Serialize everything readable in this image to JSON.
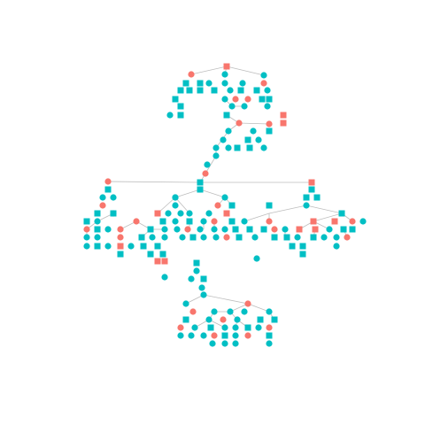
{
  "diagram": {
    "type": "network",
    "colors": {
      "teal": "#00BFC4",
      "coral": "#F8766D",
      "edge": "#bdbdbd"
    },
    "shapes": {
      "square": "square",
      "circle": "circle"
    },
    "nodes": [
      {
        "id": "n1",
        "shape": "square",
        "color": "coral"
      },
      {
        "id": "n2",
        "shape": "circle",
        "color": "coral"
      },
      {
        "id": "n3",
        "shape": "circle",
        "color": "teal"
      },
      {
        "id": "n4",
        "shape": "circle",
        "color": "teal"
      },
      {
        "id": "n5",
        "shape": "circle",
        "color": "coral"
      },
      {
        "id": "n6",
        "shape": "square",
        "color": "teal"
      },
      {
        "id": "n7",
        "shape": "square",
        "color": "teal"
      },
      {
        "id": "n8",
        "shape": "circle",
        "color": "teal"
      },
      {
        "id": "n9",
        "shape": "circle",
        "color": "teal"
      },
      {
        "id": "n10",
        "shape": "circle",
        "color": "teal"
      },
      {
        "id": "n11",
        "shape": "square",
        "color": "teal"
      },
      {
        "id": "n12",
        "shape": "square",
        "color": "teal"
      },
      {
        "id": "n13",
        "shape": "square",
        "color": "teal"
      },
      {
        "id": "n14",
        "shape": "square",
        "color": "teal"
      },
      {
        "id": "n15",
        "shape": "circle",
        "color": "teal"
      },
      {
        "id": "n16",
        "shape": "square",
        "color": "teal"
      },
      {
        "id": "n17",
        "shape": "square",
        "color": "teal"
      },
      {
        "id": "n18",
        "shape": "circle",
        "color": "teal"
      },
      {
        "id": "n19",
        "shape": "square",
        "color": "teal"
      },
      {
        "id": "n20",
        "shape": "circle",
        "color": "teal"
      },
      {
        "id": "n21",
        "shape": "circle",
        "color": "coral"
      },
      {
        "id": "n22",
        "shape": "circle",
        "color": "coral"
      },
      {
        "id": "n23",
        "shape": "square",
        "color": "teal"
      },
      {
        "id": "n24",
        "shape": "square",
        "color": "teal"
      },
      {
        "id": "n25",
        "shape": "square",
        "color": "teal"
      },
      {
        "id": "n26",
        "shape": "circle",
        "color": "teal"
      },
      {
        "id": "n27",
        "shape": "circle",
        "color": "teal"
      },
      {
        "id": "n28",
        "shape": "circle",
        "color": "teal"
      },
      {
        "id": "n29",
        "shape": "circle",
        "color": "teal"
      },
      {
        "id": "n30",
        "shape": "square",
        "color": "teal"
      },
      {
        "id": "n31",
        "shape": "square",
        "color": "teal"
      },
      {
        "id": "n32",
        "shape": "square",
        "color": "coral"
      },
      {
        "id": "n33",
        "shape": "circle",
        "color": "coral"
      },
      {
        "id": "n34",
        "shape": "square",
        "color": "coral"
      },
      {
        "id": "n35",
        "shape": "circle",
        "color": "coral"
      },
      {
        "id": "n36",
        "shape": "circle",
        "color": "teal"
      },
      {
        "id": "n37",
        "shape": "circle",
        "color": "teal"
      },
      {
        "id": "n38",
        "shape": "square",
        "color": "teal"
      },
      {
        "id": "n39",
        "shape": "circle",
        "color": "teal"
      },
      {
        "id": "n40",
        "shape": "square",
        "color": "teal"
      },
      {
        "id": "n41",
        "shape": "circle",
        "color": "teal"
      },
      {
        "id": "n42",
        "shape": "circle",
        "color": "teal"
      },
      {
        "id": "n43",
        "shape": "circle",
        "color": "teal"
      },
      {
        "id": "n44",
        "shape": "square",
        "color": "teal"
      },
      {
        "id": "n45",
        "shape": "square",
        "color": "teal"
      },
      {
        "id": "n46",
        "shape": "circle",
        "color": "teal"
      },
      {
        "id": "n47",
        "shape": "circle",
        "color": "teal"
      },
      {
        "id": "n48",
        "shape": "circle",
        "color": "teal"
      },
      {
        "id": "n49",
        "shape": "circle",
        "color": "coral"
      },
      {
        "id": "n50",
        "shape": "circle",
        "color": "coral"
      },
      {
        "id": "n51",
        "shape": "square",
        "color": "teal"
      },
      {
        "id": "n52",
        "shape": "square",
        "color": "coral"
      },
      {
        "id": "n53",
        "shape": "square",
        "color": "teal"
      },
      {
        "id": "n54",
        "shape": "square",
        "color": "teal"
      },
      {
        "id": "n55",
        "shape": "square",
        "color": "teal"
      },
      {
        "id": "n56",
        "shape": "circle",
        "color": "teal"
      },
      {
        "id": "n57",
        "shape": "circle",
        "color": "teal"
      },
      {
        "id": "n58",
        "shape": "circle",
        "color": "teal"
      },
      {
        "id": "n59",
        "shape": "circle",
        "color": "teal"
      },
      {
        "id": "n60",
        "shape": "square",
        "color": "teal"
      },
      {
        "id": "n61",
        "shape": "square",
        "color": "teal"
      },
      {
        "id": "n62",
        "shape": "circle",
        "color": "coral"
      },
      {
        "id": "n63",
        "shape": "circle",
        "color": "teal"
      },
      {
        "id": "n64",
        "shape": "circle",
        "color": "coral"
      },
      {
        "id": "n65",
        "shape": "square",
        "color": "teal"
      },
      {
        "id": "n66",
        "shape": "square",
        "color": "teal"
      },
      {
        "id": "n67",
        "shape": "circle",
        "color": "teal"
      },
      {
        "id": "n68",
        "shape": "square",
        "color": "teal"
      },
      {
        "id": "n69",
        "shape": "square",
        "color": "teal"
      },
      {
        "id": "n70",
        "shape": "circle",
        "color": "teal"
      },
      {
        "id": "n71",
        "shape": "square",
        "color": "coral"
      },
      {
        "id": "n72",
        "shape": "square",
        "color": "coral"
      },
      {
        "id": "n73",
        "shape": "circle",
        "color": "teal"
      },
      {
        "id": "n74",
        "shape": "circle",
        "color": "teal"
      },
      {
        "id": "n75",
        "shape": "circle",
        "color": "teal"
      },
      {
        "id": "n76",
        "shape": "circle",
        "color": "teal"
      },
      {
        "id": "n77",
        "shape": "square",
        "color": "teal"
      },
      {
        "id": "n78",
        "shape": "square",
        "color": "teal"
      },
      {
        "id": "n79",
        "shape": "circle",
        "color": "teal"
      },
      {
        "id": "n80",
        "shape": "circle",
        "color": "coral"
      },
      {
        "id": "n81",
        "shape": "square",
        "color": "teal"
      },
      {
        "id": "n82",
        "shape": "circle",
        "color": "teal"
      },
      {
        "id": "n83",
        "shape": "square",
        "color": "teal"
      },
      {
        "id": "n84",
        "shape": "circle",
        "color": "teal"
      },
      {
        "id": "n85",
        "shape": "circle",
        "color": "coral"
      },
      {
        "id": "n86",
        "shape": "square",
        "color": "teal"
      },
      {
        "id": "n87",
        "shape": "circle",
        "color": "teal"
      },
      {
        "id": "n88",
        "shape": "circle",
        "color": "coral"
      },
      {
        "id": "n89",
        "shape": "square",
        "color": "coral"
      },
      {
        "id": "n90",
        "shape": "square",
        "color": "coral"
      },
      {
        "id": "n91",
        "shape": "circle",
        "color": "coral"
      },
      {
        "id": "n92",
        "shape": "circle",
        "color": "teal"
      },
      {
        "id": "n93",
        "shape": "circle",
        "color": "coral"
      },
      {
        "id": "n94",
        "shape": "square",
        "color": "teal"
      },
      {
        "id": "n95",
        "shape": "circle",
        "color": "teal"
      },
      {
        "id": "n96",
        "shape": "circle",
        "color": "coral"
      },
      {
        "id": "n97",
        "shape": "square",
        "color": "teal"
      },
      {
        "id": "n98",
        "shape": "circle",
        "color": "teal"
      },
      {
        "id": "n99",
        "shape": "circle",
        "color": "teal"
      },
      {
        "id": "n100",
        "shape": "circle",
        "color": "coral"
      },
      {
        "id": "n101",
        "shape": "circle",
        "color": "teal"
      },
      {
        "id": "n102",
        "shape": "circle",
        "color": "teal"
      },
      {
        "id": "n103",
        "shape": "circle",
        "color": "teal"
      },
      {
        "id": "n104",
        "shape": "square",
        "color": "teal"
      },
      {
        "id": "n105",
        "shape": "square",
        "color": "teal"
      },
      {
        "id": "n106",
        "shape": "square",
        "color": "teal"
      },
      {
        "id": "n107",
        "shape": "circle",
        "color": "coral"
      },
      {
        "id": "n108",
        "shape": "circle",
        "color": "teal"
      },
      {
        "id": "n109",
        "shape": "square",
        "color": "coral"
      },
      {
        "id": "n110",
        "shape": "square",
        "color": "coral"
      },
      {
        "id": "n111",
        "shape": "circle",
        "color": "teal"
      },
      {
        "id": "n112",
        "shape": "square",
        "color": "teal"
      },
      {
        "id": "n113",
        "shape": "square",
        "color": "teal"
      },
      {
        "id": "n114",
        "shape": "circle",
        "color": "teal"
      },
      {
        "id": "n115",
        "shape": "circle",
        "color": "teal"
      },
      {
        "id": "n116",
        "shape": "circle",
        "color": "coral"
      },
      {
        "id": "n117",
        "shape": "square",
        "color": "teal"
      },
      {
        "id": "n118",
        "shape": "circle",
        "color": "teal"
      },
      {
        "id": "n119",
        "shape": "circle",
        "color": "teal"
      },
      {
        "id": "n120",
        "shape": "circle",
        "color": "teal"
      },
      {
        "id": "n121",
        "shape": "square",
        "color": "teal"
      },
      {
        "id": "n122",
        "shape": "circle",
        "color": "teal"
      },
      {
        "id": "n123",
        "shape": "circle",
        "color": "teal"
      },
      {
        "id": "n124",
        "shape": "circle",
        "color": "coral"
      },
      {
        "id": "n125",
        "shape": "square",
        "color": "teal"
      },
      {
        "id": "n126",
        "shape": "circle",
        "color": "teal"
      },
      {
        "id": "n127",
        "shape": "square",
        "color": "teal"
      },
      {
        "id": "n128",
        "shape": "square",
        "color": "teal"
      },
      {
        "id": "n129",
        "shape": "circle",
        "color": "teal"
      },
      {
        "id": "n130",
        "shape": "square",
        "color": "teal"
      },
      {
        "id": "n131",
        "shape": "circle",
        "color": "teal"
      },
      {
        "id": "n132",
        "shape": "circle",
        "color": "teal"
      },
      {
        "id": "n133",
        "shape": "circle",
        "color": "coral"
      },
      {
        "id": "n134",
        "shape": "circle",
        "color": "teal"
      },
      {
        "id": "n135",
        "shape": "square",
        "color": "teal"
      },
      {
        "id": "n136",
        "shape": "circle",
        "color": "teal"
      },
      {
        "id": "n137",
        "shape": "square",
        "color": "coral"
      },
      {
        "id": "n138",
        "shape": "circle",
        "color": "teal"
      },
      {
        "id": "n139",
        "shape": "square",
        "color": "teal"
      },
      {
        "id": "n140",
        "shape": "square",
        "color": "teal"
      },
      {
        "id": "n141",
        "shape": "square",
        "color": "teal"
      },
      {
        "id": "n142",
        "shape": "square",
        "color": "teal"
      },
      {
        "id": "n143",
        "shape": "circle",
        "color": "teal"
      },
      {
        "id": "n144",
        "shape": "square",
        "color": "teal"
      },
      {
        "id": "n145",
        "shape": "square",
        "color": "teal"
      },
      {
        "id": "n146",
        "shape": "square",
        "color": "teal"
      },
      {
        "id": "n147",
        "shape": "square",
        "color": "teal"
      },
      {
        "id": "n148",
        "shape": "circle",
        "color": "teal"
      },
      {
        "id": "n149",
        "shape": "square",
        "color": "coral"
      },
      {
        "id": "n150",
        "shape": "square",
        "color": "coral"
      },
      {
        "id": "n151",
        "shape": "square",
        "color": "teal"
      },
      {
        "id": "n152",
        "shape": "circle",
        "color": "teal"
      },
      {
        "id": "n153",
        "shape": "circle",
        "color": "teal"
      },
      {
        "id": "n154",
        "shape": "circle",
        "color": "teal"
      },
      {
        "id": "n155",
        "shape": "square",
        "color": "teal"
      },
      {
        "id": "n156",
        "shape": "circle",
        "color": "teal"
      },
      {
        "id": "n157",
        "shape": "circle",
        "color": "teal"
      },
      {
        "id": "n158",
        "shape": "circle",
        "color": "teal"
      },
      {
        "id": "n159",
        "shape": "circle",
        "color": "coral"
      },
      {
        "id": "n160",
        "shape": "circle",
        "color": "coral"
      },
      {
        "id": "n161",
        "shape": "circle",
        "color": "teal"
      },
      {
        "id": "n162",
        "shape": "circle",
        "color": "teal"
      },
      {
        "id": "n163",
        "shape": "circle",
        "color": "teal"
      },
      {
        "id": "n164",
        "shape": "circle",
        "color": "teal"
      },
      {
        "id": "n165",
        "shape": "square",
        "color": "teal"
      },
      {
        "id": "n166",
        "shape": "circle",
        "color": "teal"
      },
      {
        "id": "n167",
        "shape": "circle",
        "color": "coral"
      },
      {
        "id": "n168",
        "shape": "circle",
        "color": "teal"
      },
      {
        "id": "n169",
        "shape": "square",
        "color": "teal"
      },
      {
        "id": "n170",
        "shape": "square",
        "color": "teal"
      },
      {
        "id": "n171",
        "shape": "circle",
        "color": "coral"
      },
      {
        "id": "n172",
        "shape": "circle",
        "color": "teal"
      },
      {
        "id": "n173",
        "shape": "square",
        "color": "teal"
      },
      {
        "id": "n174",
        "shape": "circle",
        "color": "teal"
      },
      {
        "id": "n175",
        "shape": "circle",
        "color": "teal"
      },
      {
        "id": "n176",
        "shape": "square",
        "color": "teal"
      },
      {
        "id": "n177",
        "shape": "circle",
        "color": "teal"
      },
      {
        "id": "n178",
        "shape": "circle",
        "color": "coral"
      },
      {
        "id": "n179",
        "shape": "circle",
        "color": "teal"
      },
      {
        "id": "n180",
        "shape": "circle",
        "color": "teal"
      },
      {
        "id": "n181",
        "shape": "circle",
        "color": "teal"
      },
      {
        "id": "n182",
        "shape": "circle",
        "color": "coral"
      },
      {
        "id": "n183",
        "shape": "square",
        "color": "teal"
      },
      {
        "id": "n184",
        "shape": "circle",
        "color": "teal"
      },
      {
        "id": "n185",
        "shape": "circle",
        "color": "coral"
      },
      {
        "id": "n186",
        "shape": "square",
        "color": "teal"
      },
      {
        "id": "n187",
        "shape": "circle",
        "color": "teal"
      },
      {
        "id": "n188",
        "shape": "circle",
        "color": "teal"
      },
      {
        "id": "n189",
        "shape": "circle",
        "color": "teal"
      },
      {
        "id": "n190",
        "shape": "circle",
        "color": "teal"
      },
      {
        "id": "n191",
        "shape": "circle",
        "color": "teal"
      },
      {
        "id": "n192",
        "shape": "circle",
        "color": "teal"
      }
    ]
  }
}
